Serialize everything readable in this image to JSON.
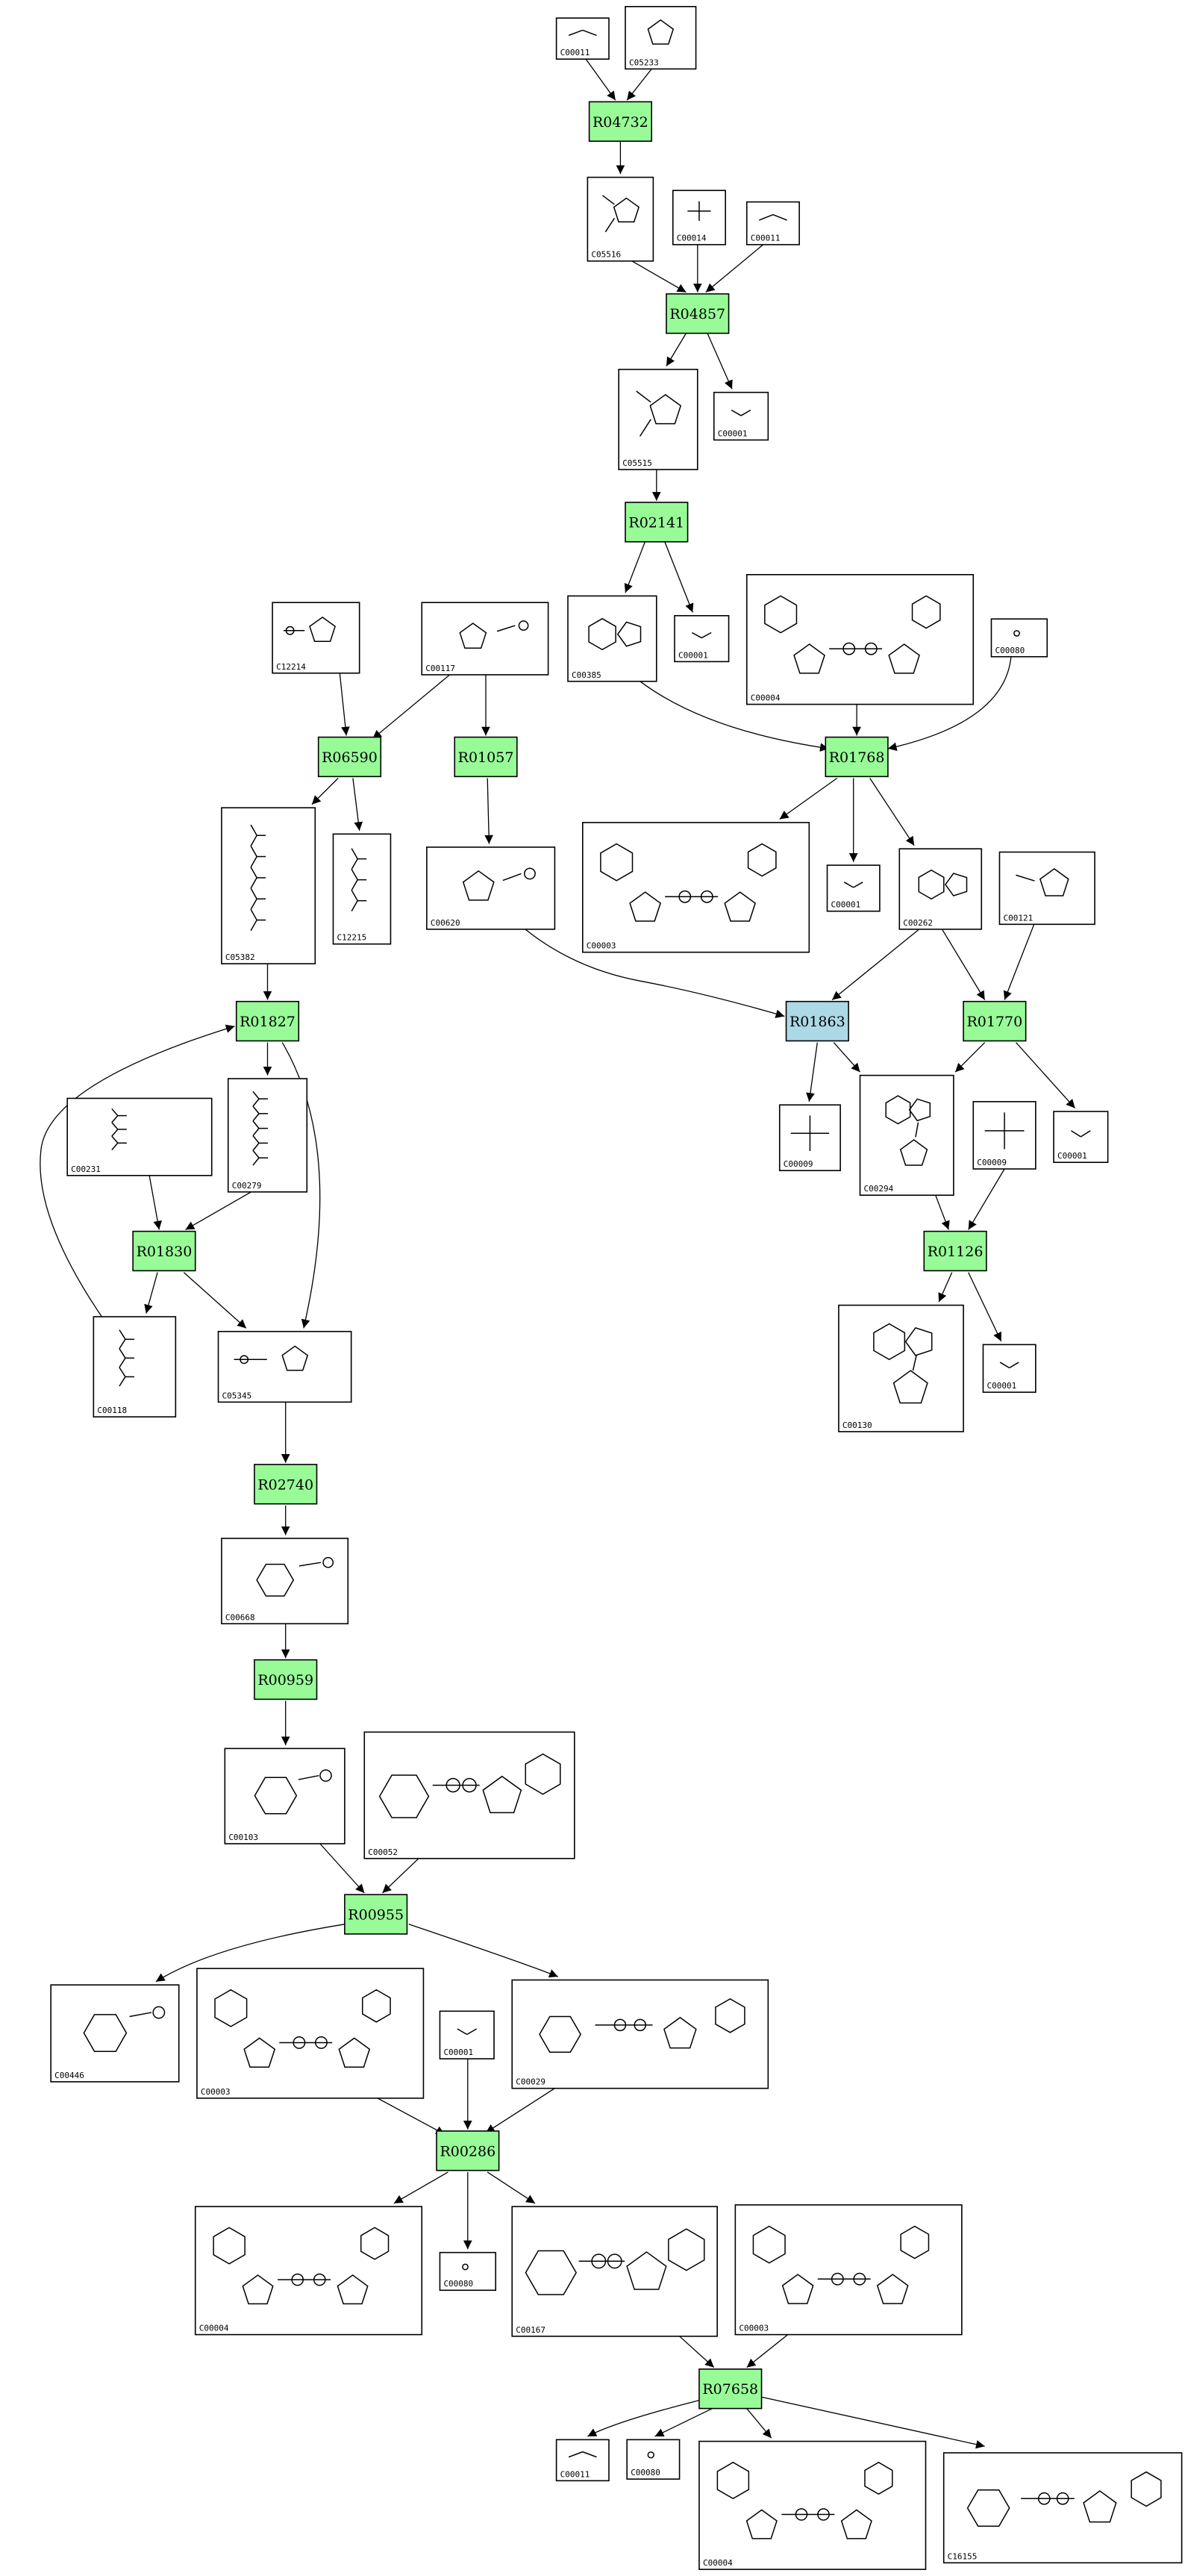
{
  "colors": {
    "reaction_default": "#98fb98",
    "reaction_highlight": "#add8e6",
    "compound_fill": "#ffffff",
    "border": "#000000"
  },
  "reactions": [
    {
      "id": "R04732",
      "highlight": false
    },
    {
      "id": "R04857",
      "highlight": false
    },
    {
      "id": "R02141",
      "highlight": false
    },
    {
      "id": "R06590",
      "highlight": false
    },
    {
      "id": "R01057",
      "highlight": false
    },
    {
      "id": "R01768",
      "highlight": false
    },
    {
      "id": "R01827",
      "highlight": false
    },
    {
      "id": "R01863",
      "highlight": true
    },
    {
      "id": "R01770",
      "highlight": false
    },
    {
      "id": "R01830",
      "highlight": false
    },
    {
      "id": "R01126",
      "highlight": false
    },
    {
      "id": "R02740",
      "highlight": false
    },
    {
      "id": "R00959",
      "highlight": false
    },
    {
      "id": "R00955",
      "highlight": false
    },
    {
      "id": "R00286",
      "highlight": false
    },
    {
      "id": "R07658",
      "highlight": false
    }
  ],
  "compounds": [
    {
      "id": "C00011",
      "kind": "co2"
    },
    {
      "id": "C05233",
      "kind": "imidazole"
    },
    {
      "id": "C05516",
      "kind": "imidazole_acid"
    },
    {
      "id": "C00014",
      "kind": "ammonia"
    },
    {
      "id": "C00011",
      "kind": "co2"
    },
    {
      "id": "C05515",
      "kind": "imidazole_amide"
    },
    {
      "id": "C00001",
      "kind": "water"
    },
    {
      "id": "C00385",
      "kind": "xanthine"
    },
    {
      "id": "C00001",
      "kind": "water"
    },
    {
      "id": "C00004",
      "kind": "nadh"
    },
    {
      "id": "C00080",
      "kind": "proton"
    },
    {
      "id": "C12214",
      "kind": "sugar_phosphate_chain"
    },
    {
      "id": "C00117",
      "kind": "ribose_phosphate"
    },
    {
      "id": "C05382",
      "kind": "sugar_chain"
    },
    {
      "id": "C12215",
      "kind": "sugar_chain_small"
    },
    {
      "id": "C00620",
      "kind": "ribose_phosphate"
    },
    {
      "id": "C00003",
      "kind": "nad"
    },
    {
      "id": "C00001",
      "kind": "water"
    },
    {
      "id": "C00262",
      "kind": "hypoxanthine"
    },
    {
      "id": "C00121",
      "kind": "ribose"
    },
    {
      "id": "C00231",
      "kind": "sugar_chain_small"
    },
    {
      "id": "C00279",
      "kind": "sugar_chain"
    },
    {
      "id": "C00009",
      "kind": "phosphate"
    },
    {
      "id": "C00294",
      "kind": "inosine"
    },
    {
      "id": "C00009",
      "kind": "phosphate"
    },
    {
      "id": "C00001",
      "kind": "water"
    },
    {
      "id": "C00118",
      "kind": "sugar_chain_small"
    },
    {
      "id": "C05345",
      "kind": "fructose_phosphate"
    },
    {
      "id": "C00130",
      "kind": "imp"
    },
    {
      "id": "C00001",
      "kind": "water"
    },
    {
      "id": "C00668",
      "kind": "glucose_phosphate"
    },
    {
      "id": "C00103",
      "kind": "glucose_phosphate"
    },
    {
      "id": "C00052",
      "kind": "udp_sugar"
    },
    {
      "id": "C00446",
      "kind": "glucose_phosphate"
    },
    {
      "id": "C00003",
      "kind": "nad"
    },
    {
      "id": "C00001",
      "kind": "water"
    },
    {
      "id": "C00029",
      "kind": "udp_sugar"
    },
    {
      "id": "C00004",
      "kind": "nadh"
    },
    {
      "id": "C00080",
      "kind": "proton"
    },
    {
      "id": "C00167",
      "kind": "udp_sugar"
    },
    {
      "id": "C00003",
      "kind": "nad"
    },
    {
      "id": "C00011",
      "kind": "co2"
    },
    {
      "id": "C00080",
      "kind": "proton"
    },
    {
      "id": "C00004",
      "kind": "nadh"
    },
    {
      "id": "C16155",
      "kind": "udp_sugar"
    }
  ],
  "edges": [
    {
      "from": "C00011",
      "to": "R04732"
    },
    {
      "from": "C05233",
      "to": "R04732"
    },
    {
      "from": "R04732",
      "to": "C05516"
    },
    {
      "from": "C05516",
      "to": "R04857"
    },
    {
      "from": "C00014",
      "to": "R04857"
    },
    {
      "from": "C00011",
      "to": "R04857"
    },
    {
      "from": "R04857",
      "to": "C05515"
    },
    {
      "from": "R04857",
      "to": "C00001"
    },
    {
      "from": "C05515",
      "to": "R02141"
    },
    {
      "from": "R02141",
      "to": "C00385"
    },
    {
      "from": "R02141",
      "to": "C00001"
    },
    {
      "from": "C00385",
      "to": "R01768"
    },
    {
      "from": "C00004",
      "to": "R01768"
    },
    {
      "from": "C00080",
      "to": "R01768"
    },
    {
      "from": "C12214",
      "to": "R06590"
    },
    {
      "from": "C00117",
      "to": "R06590"
    },
    {
      "from": "C00117",
      "to": "R01057"
    },
    {
      "from": "R06590",
      "to": "C05382"
    },
    {
      "from": "R06590",
      "to": "C12215"
    },
    {
      "from": "R01057",
      "to": "C00620"
    },
    {
      "from": "R01768",
      "to": "C00003"
    },
    {
      "from": "R01768",
      "to": "C00001"
    },
    {
      "from": "R01768",
      "to": "C00262"
    },
    {
      "from": "C05382",
      "to": "R01827"
    },
    {
      "from": "C00620",
      "to": "R01863"
    },
    {
      "from": "C00262",
      "to": "R01863"
    },
    {
      "from": "C00262",
      "to": "R01770"
    },
    {
      "from": "C00121",
      "to": "R01770"
    },
    {
      "from": "R01827",
      "to": "C00279"
    },
    {
      "from": "R01827",
      "to": "C05345"
    },
    {
      "from": "R01863",
      "to": "C00009"
    },
    {
      "from": "R01863",
      "to": "C00294"
    },
    {
      "from": "R01770",
      "to": "C00294"
    },
    {
      "from": "R01770",
      "to": "C00001"
    },
    {
      "from": "C00231",
      "to": "R01830"
    },
    {
      "from": "C00279",
      "to": "R01830"
    },
    {
      "from": "C00294",
      "to": "R01126"
    },
    {
      "from": "C00009",
      "to": "R01126"
    },
    {
      "from": "R01830",
      "to": "C00118"
    },
    {
      "from": "R01830",
      "to": "C05345"
    },
    {
      "from": "C00118",
      "to": "R01827"
    },
    {
      "from": "R01126",
      "to": "C00130"
    },
    {
      "from": "R01126",
      "to": "C00001"
    },
    {
      "from": "C05345",
      "to": "R02740"
    },
    {
      "from": "R02740",
      "to": "C00668"
    },
    {
      "from": "C00668",
      "to": "R00959"
    },
    {
      "from": "R00959",
      "to": "C00103"
    },
    {
      "from": "C00103",
      "to": "R00955"
    },
    {
      "from": "C00052",
      "to": "R00955"
    },
    {
      "from": "R00955",
      "to": "C00446"
    },
    {
      "from": "R00955",
      "to": "C00029"
    },
    {
      "from": "C00003",
      "to": "R00286"
    },
    {
      "from": "C00001",
      "to": "R00286"
    },
    {
      "from": "C00029",
      "to": "R00286"
    },
    {
      "from": "R00286",
      "to": "C00004"
    },
    {
      "from": "R00286",
      "to": "C00080"
    },
    {
      "from": "R00286",
      "to": "C00167"
    },
    {
      "from": "C00167",
      "to": "R07658"
    },
    {
      "from": "C00003",
      "to": "R07658"
    },
    {
      "from": "R07658",
      "to": "C00011"
    },
    {
      "from": "R07658",
      "to": "C00080"
    },
    {
      "from": "R07658",
      "to": "C00004"
    },
    {
      "from": "R07658",
      "to": "C16155"
    }
  ]
}
